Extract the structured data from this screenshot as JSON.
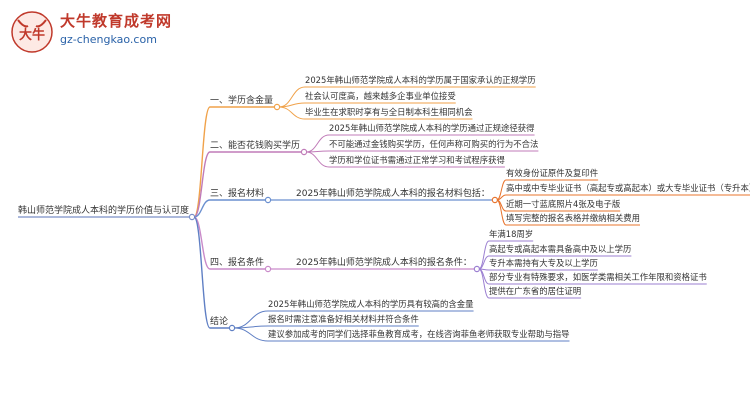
{
  "logo": {
    "brand_glyph": "大牛",
    "title": "大牛教育成考网",
    "url": "gz-chengkao.com"
  },
  "mindmap": {
    "root": "韩山师范学院成人本科的学历价值与认可度",
    "branches": [
      {
        "label": "一、学历含金量",
        "color": "#f0a24a",
        "children": [
          "2025年韩山师范学院成人本科的学历属于国家承认的正规学历",
          "社会认可度高，越来越多企事业单位接受",
          "毕业生在求职时享有与全日制本科生相同机会"
        ]
      },
      {
        "label": "二、能否花钱购买学历",
        "color": "#c07bb8",
        "children": [
          "2025年韩山师范学院成人本科的学历通过正规途径获得",
          "不可能通过金钱购买学历，任何声称可购买的行为不合法",
          "学历和学位证书需通过正常学习和考试程序获得"
        ]
      },
      {
        "label": "三、报名材料",
        "color": "#6a8fcf",
        "sub": "2025年韩山师范学院成人本科的报名材料包括：",
        "sub_color": "#e8742e",
        "children": [
          "有效身份证原件及复印件",
          "高中或中专毕业证书（高起专或高起本）或大专毕业证书（专升本）",
          "近期一寸蓝底照片4张及电子版",
          "填写完整的报名表格并缴纳相关费用"
        ]
      },
      {
        "label": "四、报名条件",
        "color": "#c98ac9",
        "sub": "2025年韩山师范学院成人本科的报名条件：",
        "sub_color": "#9b7fd1",
        "children": [
          "年满18周岁",
          "高起专或高起本需具备高中及以上学历",
          "专升本需持有大专及以上学历",
          "部分专业有特殊要求，如医学类需相关工作年限和资格证书",
          "提供在广东省的居住证明"
        ]
      },
      {
        "label": "结论",
        "color": "#5f7fc4",
        "children": [
          "2025年韩山师范学院成人本科的学历具有较高的含金量",
          "报名时需注意准备好相关材料并符合条件",
          "建议参加成考的同学们选择菲鱼教育成考，在线咨询菲鱼老师获取专业帮助与指导"
        ]
      }
    ]
  }
}
